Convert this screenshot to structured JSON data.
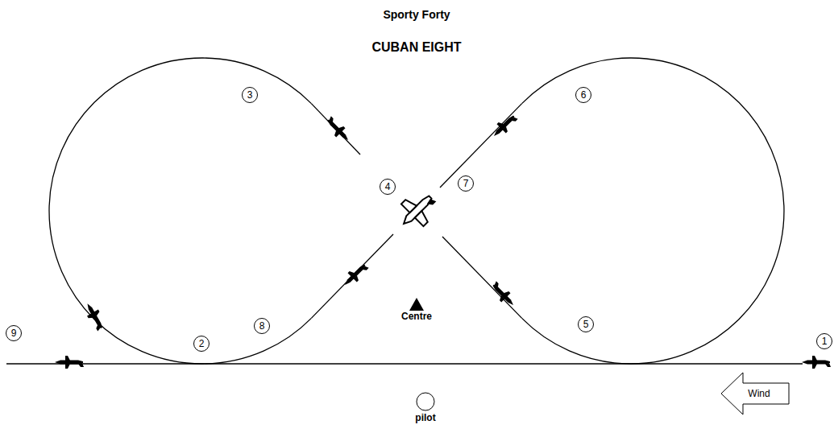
{
  "diagram": {
    "title": "Sporty Forty",
    "nodes": [
      {
        "text": [
          "1"
        ]
      },
      {
        "text": [
          "2"
        ]
      },
      {
        "text": [
          "3"
        ]
      },
      {
        "text": [
          "4"
        ]
      },
      {
        "text": [
          "5"
        ]
      },
      {
        "text": [
          "6"
        ]
      },
      {
        "text": [
          "7"
        ]
      },
      {
        "text": [
          "8"
        ]
      },
      {
        "text": [
          "9"
        ]
      },
      {
        "text": [
          "Centre"
        ]
      },
      {
        "text": [
          "pilot"
        ]
      },
      {
        "text": [
          "Wind"
        ]
      }
    ],
    "labels": [
      "CUBAN EIGHT"
    ]
  }
}
